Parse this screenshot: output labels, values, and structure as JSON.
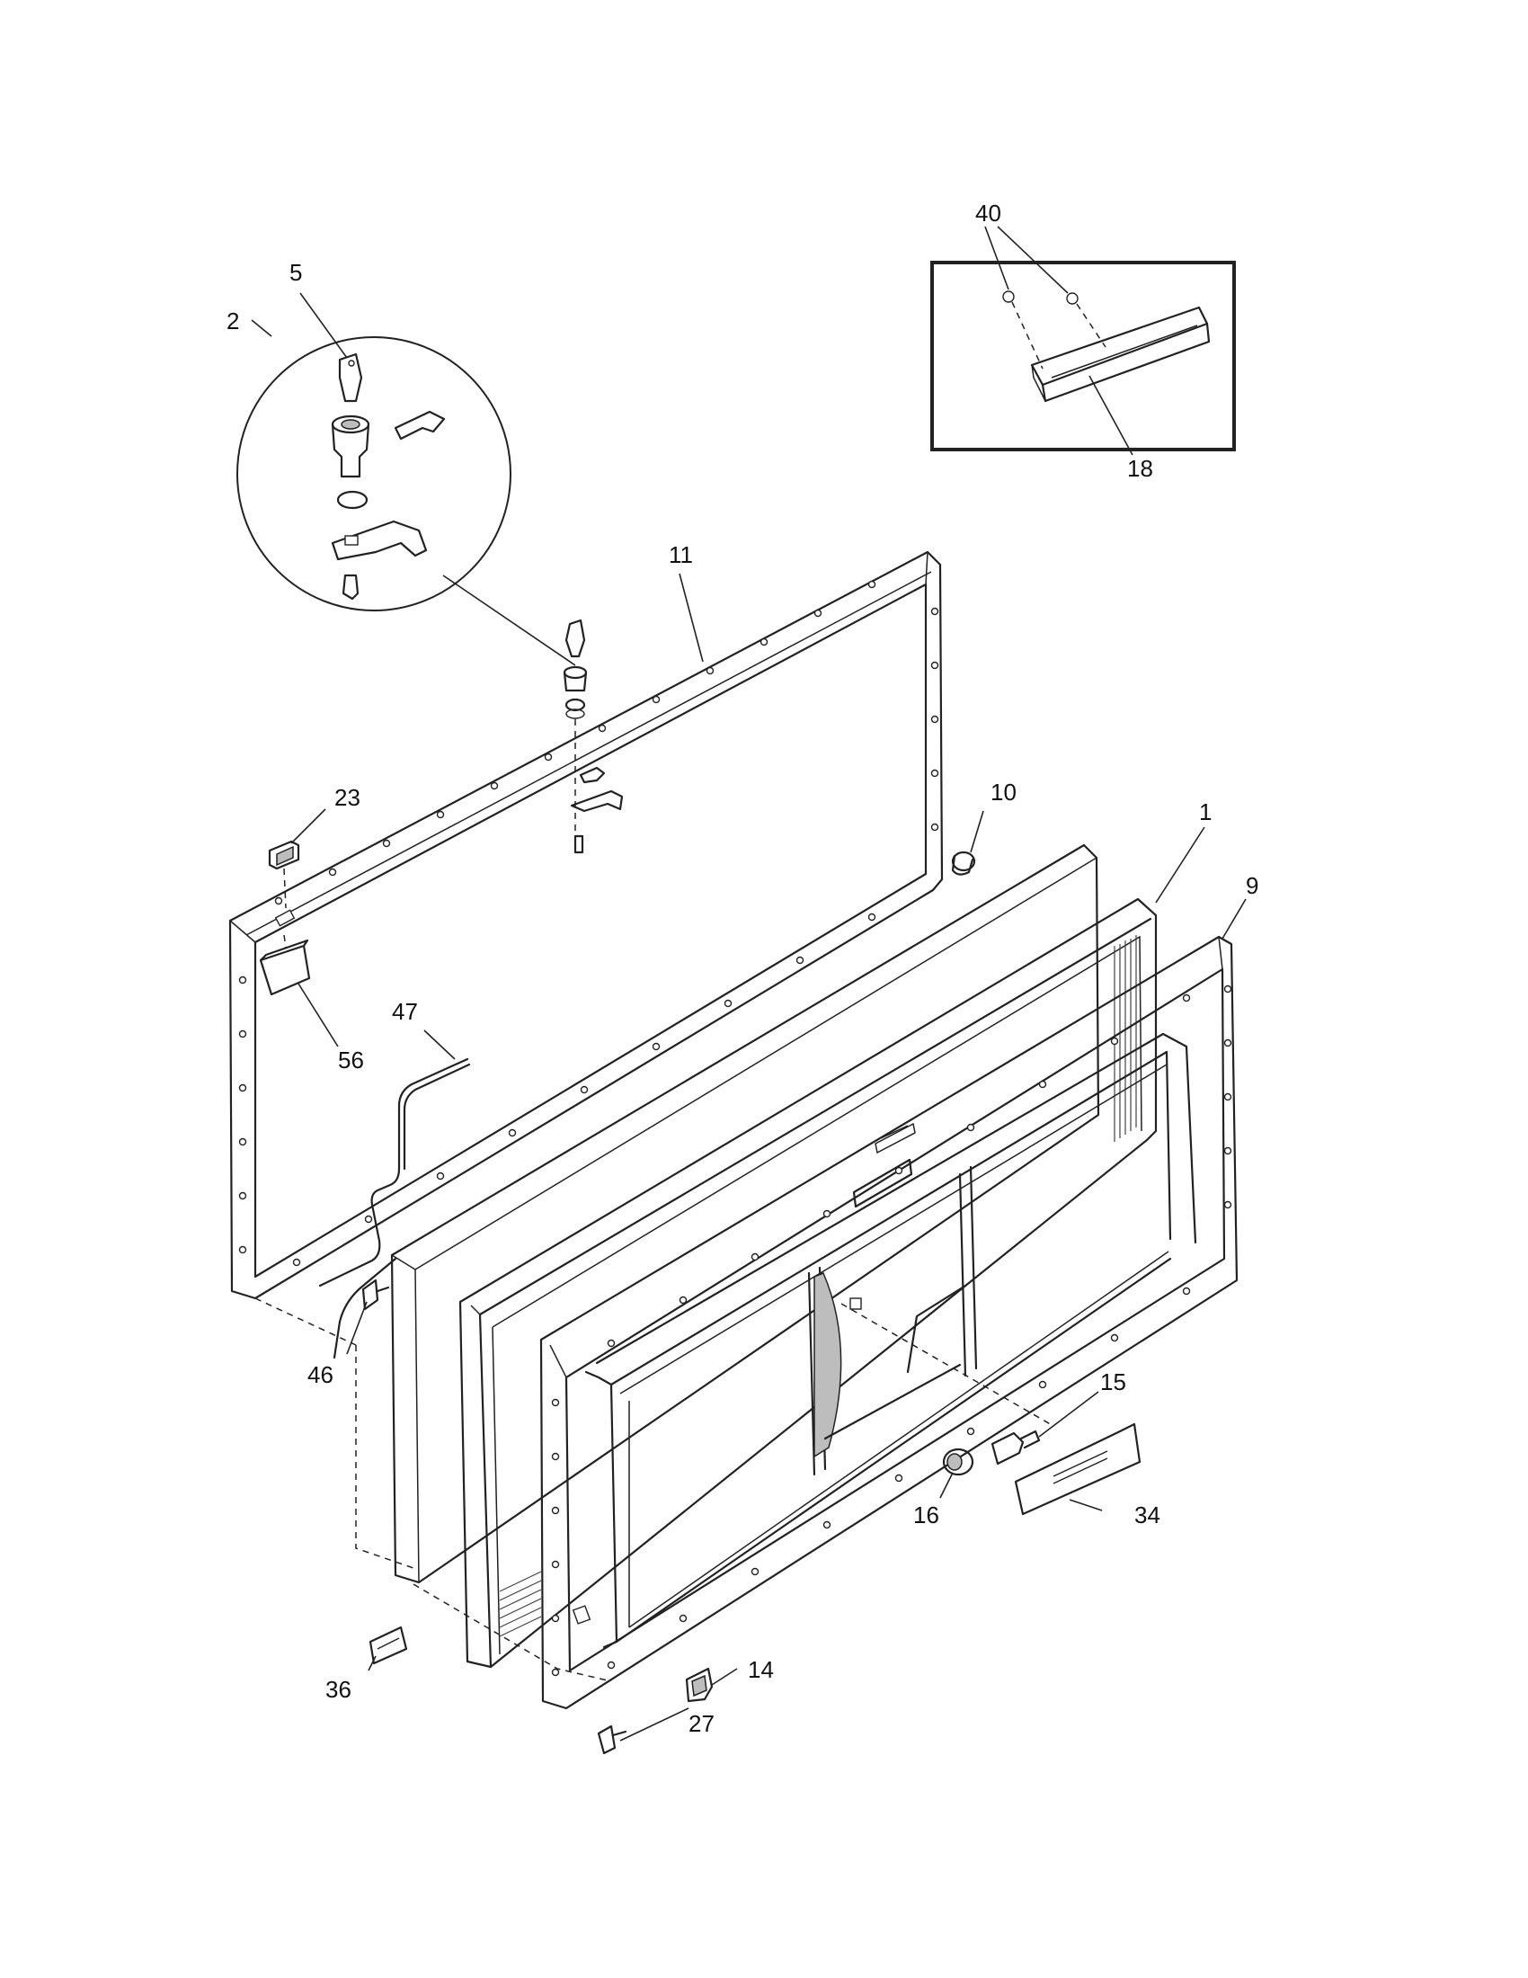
{
  "callouts": {
    "c1": "1",
    "c2": "2",
    "c5": "5",
    "c9": "9",
    "c10": "10",
    "c11": "11",
    "c14": "14",
    "c15": "15",
    "c16": "16",
    "c18": "18",
    "c23": "23",
    "c27": "27",
    "c34": "34",
    "c36": "36",
    "c40": "40",
    "c46": "46",
    "c47": "47",
    "c56": "56"
  }
}
